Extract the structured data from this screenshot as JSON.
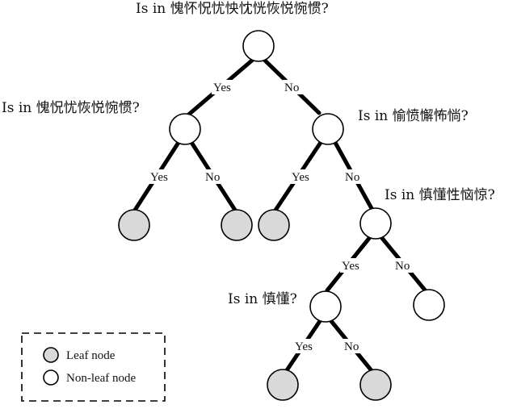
{
  "questions": {
    "q1": "Is in 愧怀怳忧怏忱恍恢悦惋惯?",
    "q2": "Is in 愧怳忧恢悦惋惯?",
    "q3": "Is in 愉愤懈怖惝?",
    "q4": "Is in 慎懂性恼惊?",
    "q5": "Is in 慎懂?"
  },
  "branch_labels": {
    "yes": "Yes",
    "no": "No"
  },
  "legend": {
    "leaf": "Leaf node",
    "non_leaf": "Non-leaf node"
  },
  "colors": {
    "leaf_fill": "#d9d9d9",
    "non_leaf_fill": "#ffffff",
    "edge": "#000000"
  }
}
